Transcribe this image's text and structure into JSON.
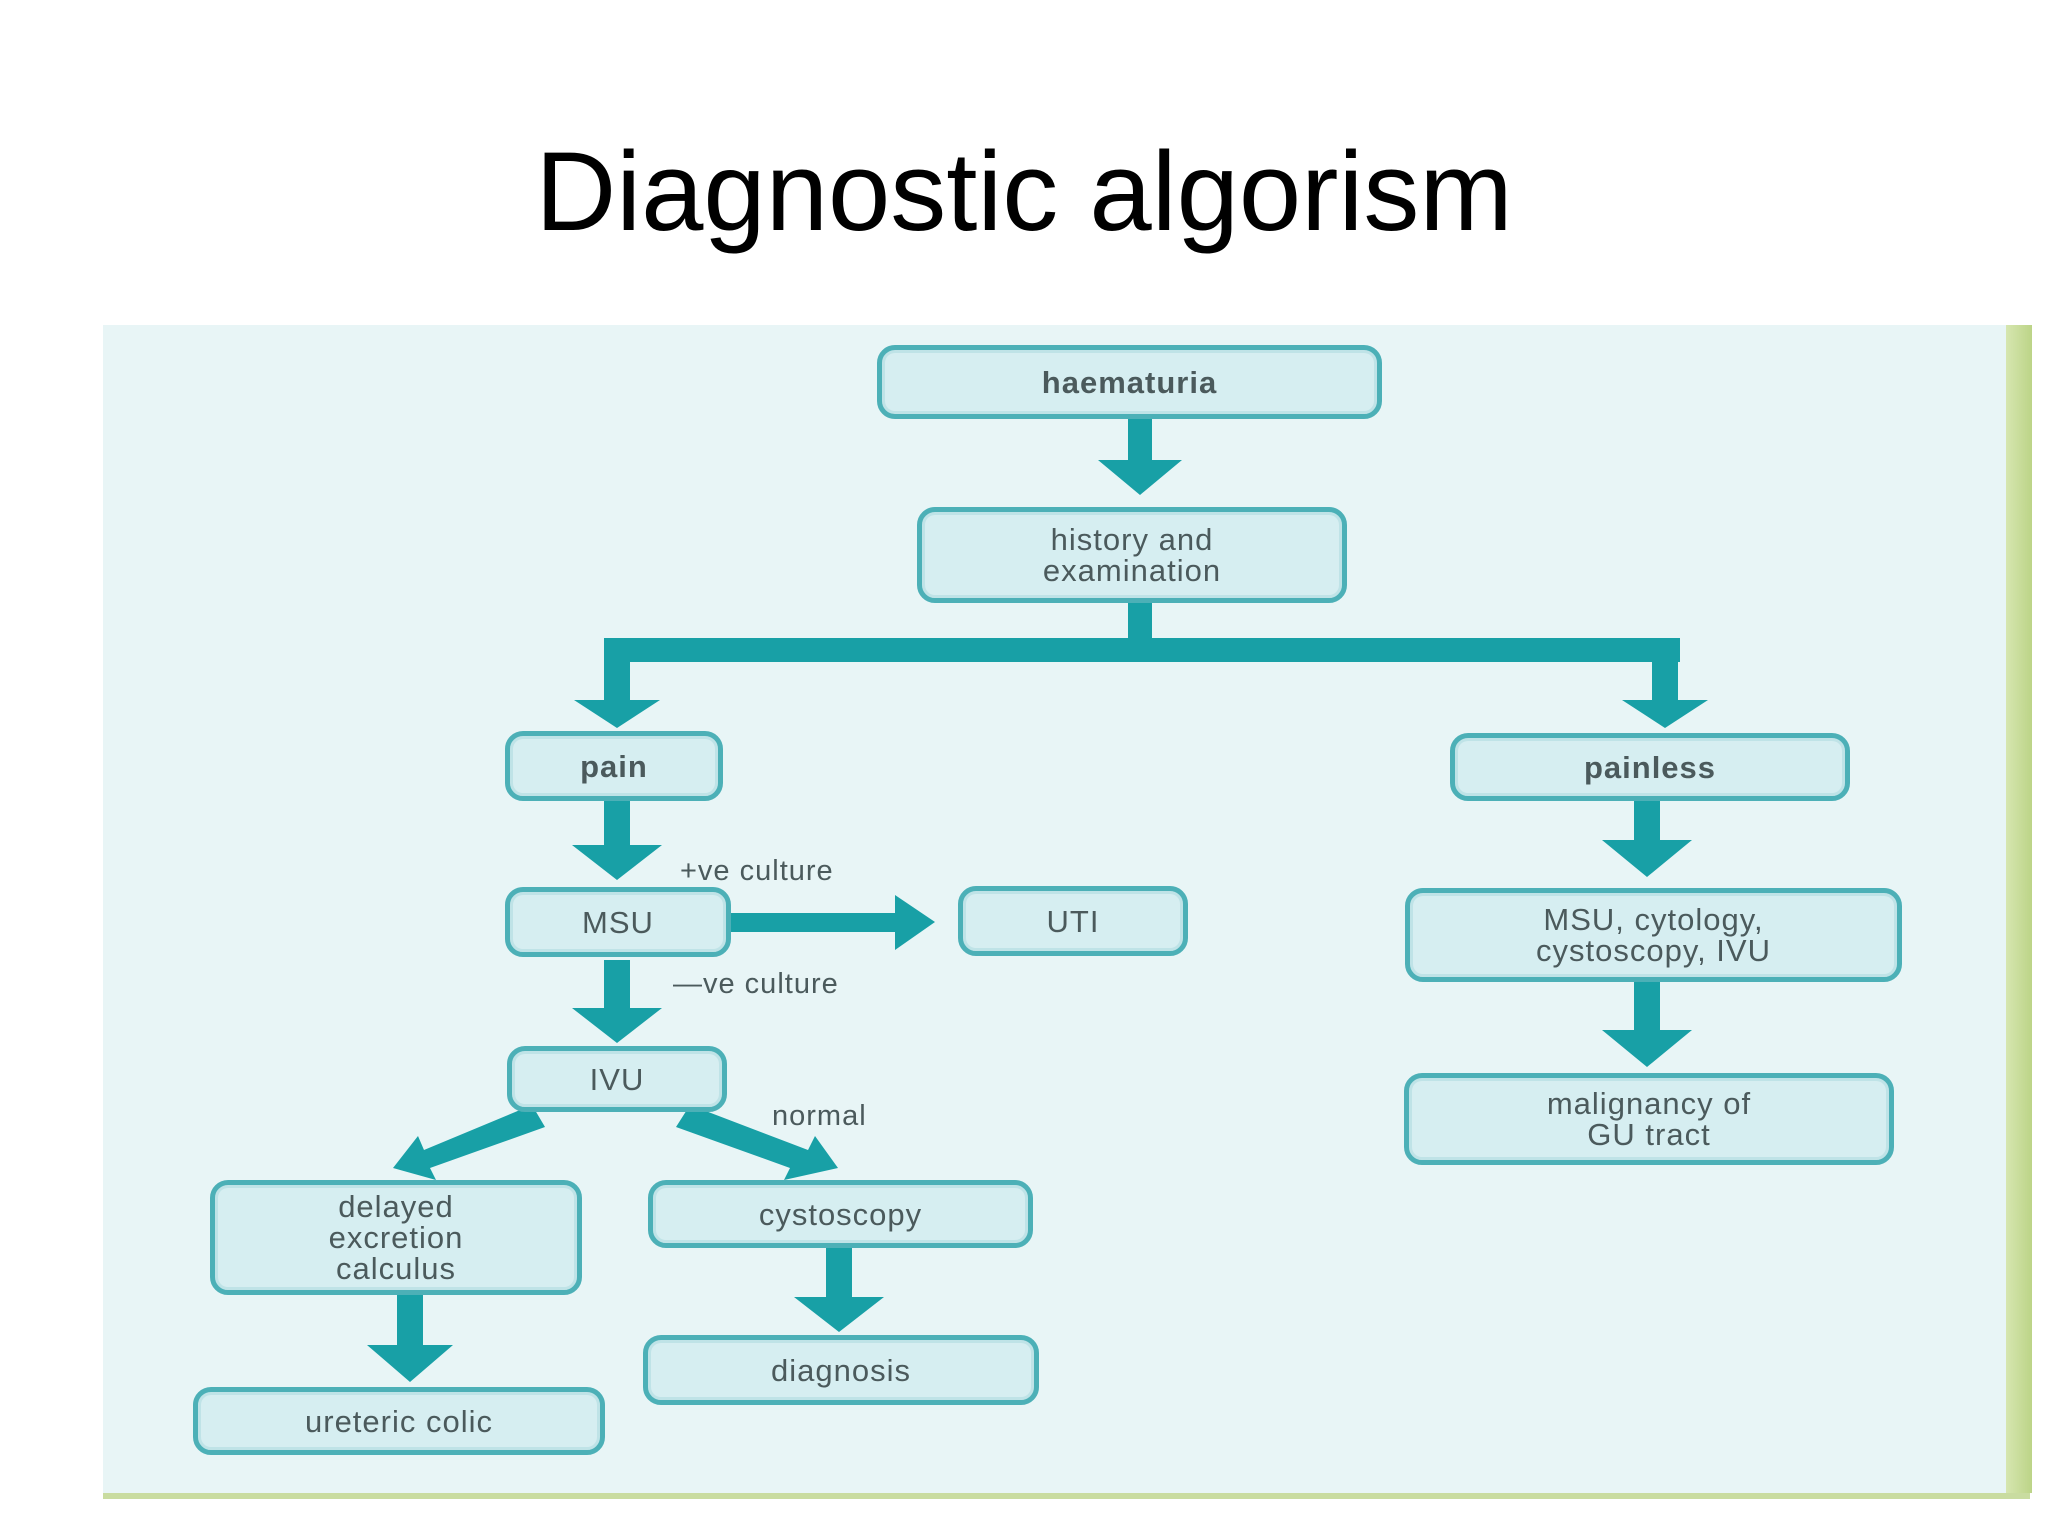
{
  "slide": {
    "title": "Diagnostic algorism"
  },
  "colors": {
    "arrow": "#18a0a6",
    "box_fill": "#d6eef1",
    "box_border": "#4cb0b7",
    "panel_bg": "#e8f5f6",
    "panel_edge": "#c9dca0"
  },
  "flowchart": {
    "nodes": {
      "haematuria": "haematuria",
      "history": "history and\nexamination",
      "pain": "pain",
      "painless": "painless",
      "msu": "MSU",
      "uti": "UTI",
      "msu_cytology": "MSU, cytology,\ncystoscopy, IVU",
      "ivu": "IVU",
      "malignancy": "malignancy of\nGU tract",
      "delayed": "delayed\nexcretion\ncalculus",
      "cystoscopy": "cystoscopy",
      "diagnosis": "diagnosis",
      "ureteric_colic": "ureteric colic"
    },
    "edge_labels": {
      "positive_culture": "+ve culture",
      "negative_culture": "—ve culture",
      "normal": "normal"
    }
  }
}
